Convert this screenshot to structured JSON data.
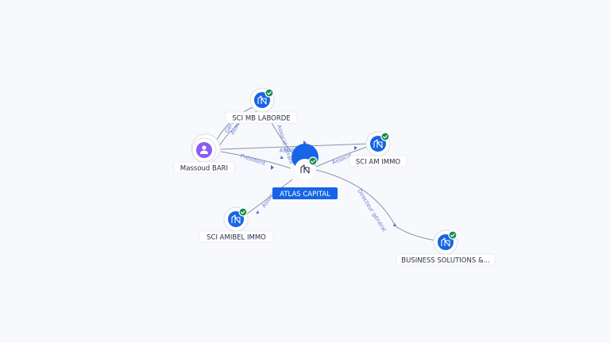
{
  "nodes": {
    "atlas": {
      "label": "ATLAS CAPITAL"
    },
    "mb_laborde": {
      "label": "SCI MB LABORDE"
    },
    "am_immo": {
      "label": "SCI AM IMMO"
    },
    "amibel": {
      "label": "SCI AMIBEL IMMO"
    },
    "business": {
      "label": "BUSINESS SOLUTIONS &..."
    },
    "massoud": {
      "label": "Massoud BARI"
    }
  },
  "edges": {
    "gerant_mb": "Gérant",
    "associe_mb_massoud": "Associé",
    "associe_gerant_mb": "Associé gérant",
    "associe_am_massoud": "Associé",
    "president": "Président",
    "associe_am_atlas": "Associé",
    "associe_amibel": "Associé",
    "directeur": "Directeur général"
  },
  "colors": {
    "company": "#1565e6",
    "person": "#8a5cf0",
    "verified": "#1a8a4f",
    "edge_label": "#6c7fd8"
  },
  "icons": {
    "company": "building-icon",
    "person": "person-icon",
    "verified": "check-icon"
  }
}
